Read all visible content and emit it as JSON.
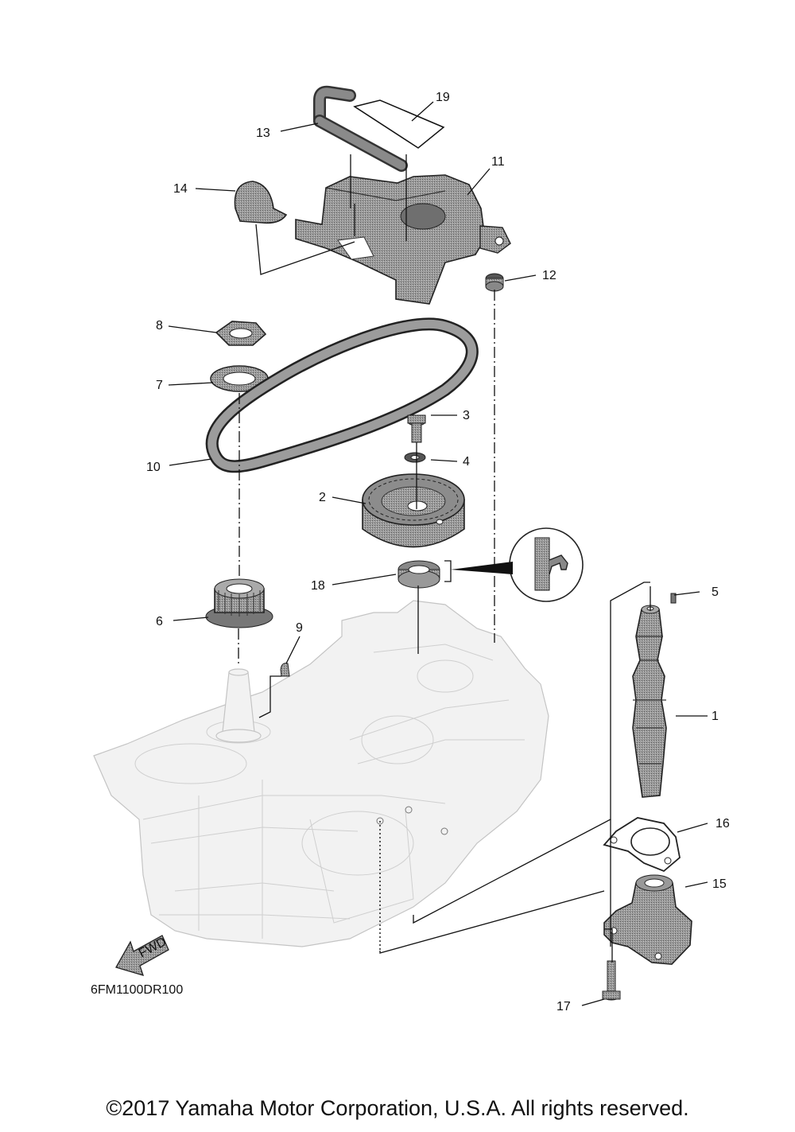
{
  "diagram_code": "6FM1100DR100",
  "copyright": "©2017 Yamaha Motor Corporation, U.S.A. All rights reserved.",
  "fwd_label": "FWD",
  "callouts": {
    "c1": "1",
    "c2": "2",
    "c3": "3",
    "c4": "4",
    "c5": "5",
    "c6": "6",
    "c7": "7",
    "c8": "8",
    "c9": "9",
    "c10": "10",
    "c11": "11",
    "c12": "12",
    "c13": "13",
    "c14": "14",
    "c15": "15",
    "c16": "16",
    "c17": "17",
    "c18": "18",
    "c19": "19"
  }
}
